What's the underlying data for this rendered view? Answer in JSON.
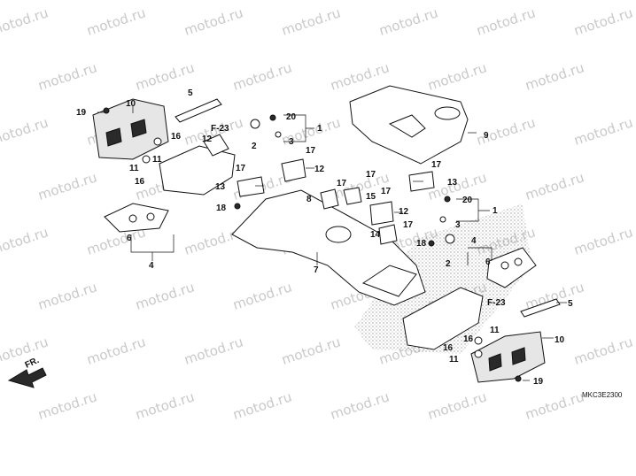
{
  "diagram": {
    "diagram_code": "MKC3E2300",
    "watermark_text": "motod.ru",
    "front_label": "FR.",
    "ref_labels": [
      "F-23",
      "F-23"
    ],
    "callouts": [
      "1",
      "1",
      "2",
      "2",
      "3",
      "3",
      "4",
      "4",
      "5",
      "5",
      "6",
      "6",
      "7",
      "8",
      "9",
      "10",
      "10",
      "11",
      "11",
      "11",
      "11",
      "12",
      "12",
      "12",
      "13",
      "13",
      "14",
      "15",
      "16",
      "16",
      "16",
      "16",
      "17",
      "17",
      "17",
      "17",
      "17",
      "17",
      "17",
      "18",
      "18",
      "19",
      "19",
      "20",
      "20"
    ]
  }
}
